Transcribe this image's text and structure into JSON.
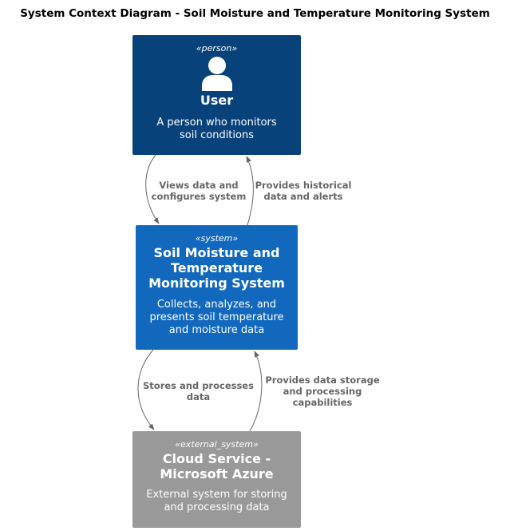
{
  "title": "System Context Diagram - Soil Moisture and Temperature Monitoring System",
  "nodes": {
    "user": {
      "stereotype": "«person»",
      "name": "User",
      "description": "A person who monitors soil conditions",
      "color": "#08427B"
    },
    "system": {
      "stereotype": "«system»",
      "name": "Soil Moisture and Temperature Monitoring System",
      "description": "Collects, analyzes, and presents soil temperature and moisture data",
      "color": "#1168BD"
    },
    "cloud": {
      "stereotype": "«external_system»",
      "name": "Cloud Service - Microsoft Azure",
      "description": "External system for storing and processing data",
      "color": "#999999"
    }
  },
  "edges": {
    "user_to_system": "Views data and configures system",
    "system_to_user": "Provides historical data and alerts",
    "system_to_cloud": "Stores and processes data",
    "cloud_to_system": "Provides data storage and processing capabilities"
  },
  "icons": {
    "person": "person-icon"
  },
  "colors": {
    "edge": "#666666"
  }
}
